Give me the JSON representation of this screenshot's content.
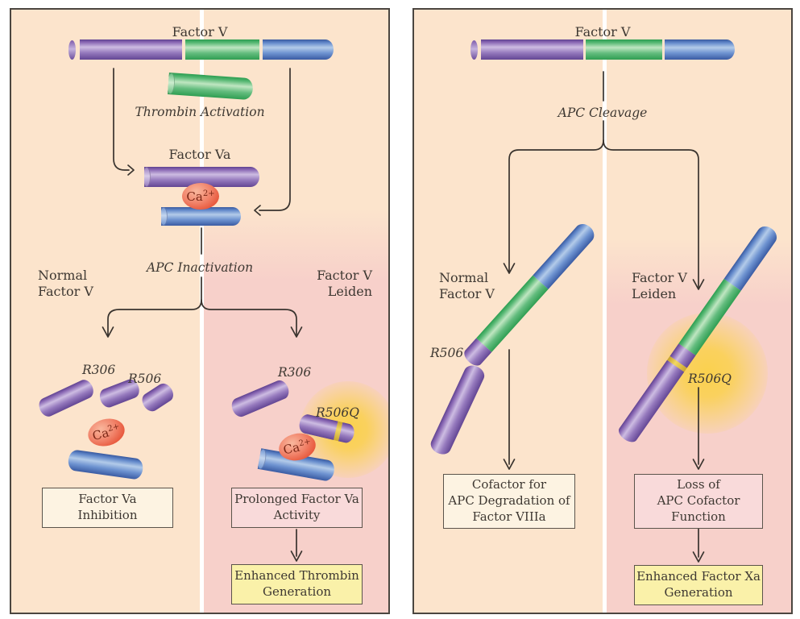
{
  "figure": {
    "type": "diagram",
    "subject": "Factor V activation and APC cleavage: normal Factor V versus Factor V Leiden"
  },
  "shared": {
    "ca_ion": {
      "base": "Ca",
      "sup": "2+"
    }
  },
  "left_panel": {
    "title": "Factor V",
    "thrombin_activation": "Thrombin Activation",
    "factor_va": "Factor Va",
    "apc_inactivation": "APC Inactivation",
    "normal_heading": [
      "Normal",
      "Factor V"
    ],
    "leiden_heading": [
      "Factor V",
      "Leiden"
    ],
    "labels": {
      "r306_normal": "R306",
      "r506_normal": "R506",
      "r306_leiden": "R306",
      "r506q_leiden": "R506Q"
    },
    "boxes": {
      "inhibition": [
        "Factor Va",
        "Inhibition"
      ],
      "prolonged": [
        "Prolonged Factor Va",
        "Activity"
      ],
      "enhanced": [
        "Enhanced Thrombin",
        "Generation"
      ]
    }
  },
  "right_panel": {
    "title": "Factor V",
    "apc_cleavage": "APC Cleavage",
    "normal_heading": [
      "Normal",
      "Factor V"
    ],
    "leiden_heading": [
      "Factor V",
      "Leiden"
    ],
    "labels": {
      "r506": "R506",
      "r506q": "R506Q"
    },
    "boxes": {
      "cofactor": [
        "Cofactor for",
        "APC Degradation of",
        "Factor VIIIa"
      ],
      "loss": [
        "Loss of",
        "APC Cofactor",
        "Function"
      ],
      "enhanced": [
        "Enhanced Factor Xa",
        "Generation"
      ]
    }
  },
  "colors": {
    "background": "#ffffff",
    "panel_peach": "#fce4cc",
    "panel_pink": "#f7d0ca",
    "panel_border": "#4b4640",
    "divider": "#ffffff",
    "text": "#3e3832",
    "arrow": "#39332e",
    "box_cream": "#fdf3e2",
    "box_pink": "#f9dada",
    "box_yellow": "#faf1a9",
    "box_border": "#5b544b",
    "rod_purple": "#8a68b4",
    "rod_green": "#58b874",
    "rod_blue": "#6288ca",
    "mutation_band": "#f2d863",
    "mutation_glow": "#fbd14b",
    "calcium_ellipse": "#ee6a4d",
    "calcium_text": "#7b2817"
  }
}
